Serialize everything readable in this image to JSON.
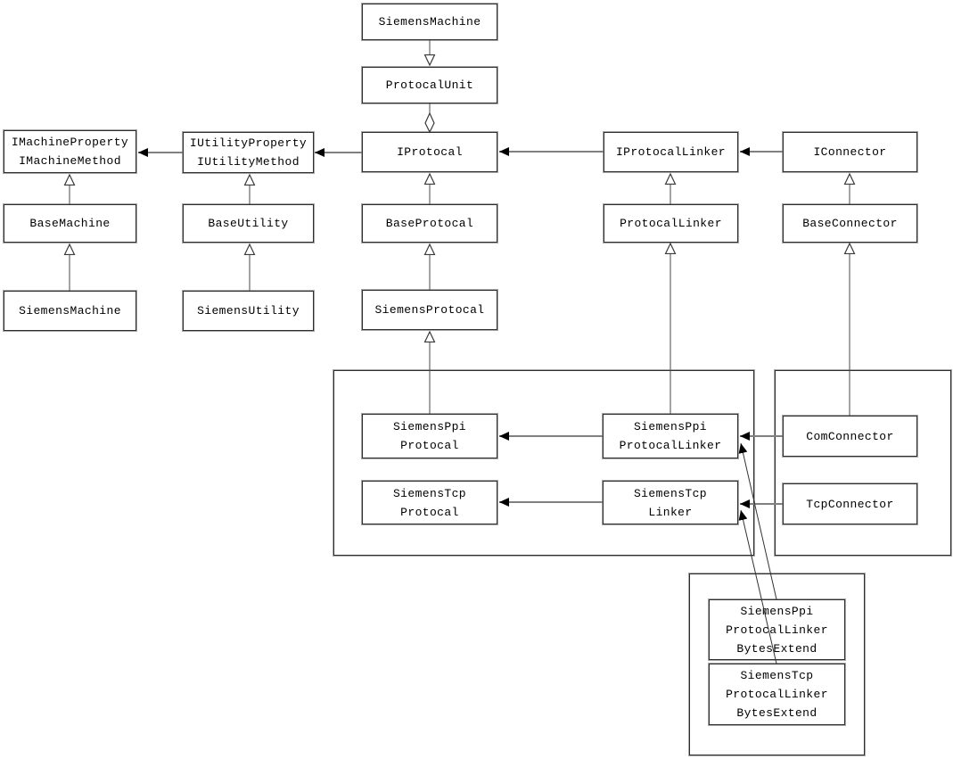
{
  "diagram": {
    "kind": "uml-class-diagram",
    "colors": {
      "background": "#ffffff",
      "box_border": "#2e2e2e",
      "box_shadow": "#a6a6a6",
      "association_line": "#808080",
      "generalization_line": "#4a4a4a",
      "arrow_fill": "#000000",
      "text": "#000000"
    }
  },
  "nodes": {
    "top_siemens_machine": "SiemensMachine",
    "protocal_unit": "ProtocalUnit",
    "imachine": "IMachineProperty\nIMachineMethod",
    "iutility": "IUtilityProperty\nIUtilityMethod",
    "iprotocal": "IProtocal",
    "iprotocal_linker": "IProtocalLinker",
    "iconnector": "IConnector",
    "base_machine": "BaseMachine",
    "base_utility": "BaseUtility",
    "base_protocal": "BaseProtocal",
    "protocal_linker": "ProtocalLinker",
    "base_connector": "BaseConnector",
    "siemens_machine": "SiemensMachine",
    "siemens_utility": "SiemensUtility",
    "siemens_protocal": "SiemensProtocal",
    "ppi_protocal": "SiemensPpi\nProtocal",
    "ppi_linker": "SiemensPpi\nProtocalLinker",
    "tcp_protocal": "SiemensTcp\nProtocal",
    "tcp_linker": "SiemensTcp\nLinker",
    "com_connector": "ComConnector",
    "tcp_connector": "TcpConnector",
    "ppi_bytes": "SiemensPpi\nProtocalLinker\nBytesExtend",
    "tcp_bytes": "SiemensTcp\nProtocalLinker\nBytesExtend"
  },
  "edges": [
    {
      "from": "SiemensMachine",
      "to": "ProtocalUnit",
      "type": "inheritance-open-arrow-down"
    },
    {
      "from": "ProtocalUnit",
      "to": "IProtocal",
      "type": "aggregation-open-diamond"
    },
    {
      "from": "IProtocal",
      "to": "IUtilityProperty/IUtilityMethod",
      "type": "association"
    },
    {
      "from": "IUtilityProperty/IUtilityMethod",
      "to": "IMachineProperty/IMachineMethod",
      "type": "association"
    },
    {
      "from": "IProtocalLinker",
      "to": "IProtocal",
      "type": "association"
    },
    {
      "from": "IConnector",
      "to": "IProtocalLinker",
      "type": "association"
    },
    {
      "from": "BaseMachine",
      "to": "IMachineProperty/IMachineMethod",
      "type": "generalization"
    },
    {
      "from": "SiemensMachine",
      "to": "BaseMachine",
      "type": "generalization"
    },
    {
      "from": "BaseUtility",
      "to": "IUtilityProperty/IUtilityMethod",
      "type": "generalization"
    },
    {
      "from": "SiemensUtility",
      "to": "BaseUtility",
      "type": "generalization"
    },
    {
      "from": "BaseProtocal",
      "to": "IProtocal",
      "type": "generalization"
    },
    {
      "from": "SiemensProtocal",
      "to": "BaseProtocal",
      "type": "generalization"
    },
    {
      "from": "ProtocalLinker",
      "to": "IProtocalLinker",
      "type": "generalization"
    },
    {
      "from": "BaseConnector",
      "to": "IConnector",
      "type": "generalization"
    },
    {
      "from": "SiemensPpiProtocal",
      "to": "SiemensProtocal",
      "type": "generalization"
    },
    {
      "from": "SiemensPpiProtocalLinker",
      "to": "ProtocalLinker",
      "type": "generalization"
    },
    {
      "from": "ComConnector",
      "to": "BaseConnector",
      "type": "generalization"
    },
    {
      "from": "SiemensPpiProtocalLinker",
      "to": "SiemensPpiProtocal",
      "type": "association"
    },
    {
      "from": "SiemensTcpLinker",
      "to": "SiemensTcpProtocal",
      "type": "association"
    },
    {
      "from": "ComConnector",
      "to": "SiemensPpiProtocalLinker",
      "type": "association"
    },
    {
      "from": "TcpConnector",
      "to": "SiemensTcpLinker",
      "type": "association"
    },
    {
      "from": "SiemensPpiProtocalLinkerBytesExtend",
      "to": "SiemensPpiProtocalLinker",
      "type": "association"
    },
    {
      "from": "SiemensTcpProtocalLinkerBytesExtend",
      "to": "SiemensTcpLinker",
      "type": "association"
    }
  ]
}
